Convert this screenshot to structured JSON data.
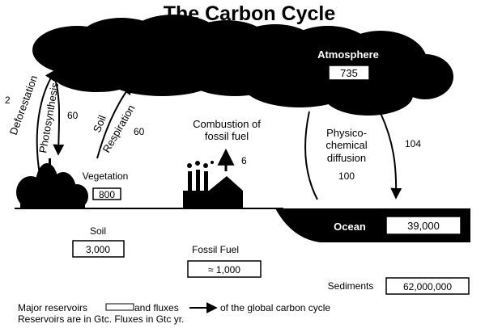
{
  "title": "The Carbon Cycle",
  "reservoirs": {
    "atmosphere": {
      "label": "Atmosphere",
      "value": "735"
    },
    "vegetation": {
      "label": "Vegetation",
      "value": "800"
    },
    "soil": {
      "label": "Soil",
      "value": "3,000"
    },
    "fossil_fuel": {
      "label": "Fossil Fuel",
      "value": "≈ 1,000"
    },
    "ocean": {
      "label": "Ocean",
      "value": "39,000"
    },
    "sediments": {
      "label": "Sediments",
      "value": "62,000,000"
    }
  },
  "fluxes": {
    "deforestation": {
      "label": "Deforestation",
      "value": "2"
    },
    "photosynthesis": {
      "label": "Photosynthesis",
      "value": "60"
    },
    "soil_respiration": {
      "label_1": "Soil",
      "label_2": "Respiration",
      "value": "60"
    },
    "combustion": {
      "label_1": "Combustion of",
      "label_2": "fossil fuel",
      "value": "6"
    },
    "physicochemical": {
      "label_1": "Physico-",
      "label_2": "chemical",
      "label_3": "diffusion",
      "value_in": "100",
      "value_out": "104"
    }
  },
  "legend": {
    "line1_a": "Major reservoirs",
    "line1_b": "and fluxes",
    "line1_c": "of the global carbon cycle",
    "line2": "Reservoirs are in Gtc. Fluxes in Gtc yr."
  },
  "colors": {
    "ink": "#000000",
    "paper": "#ffffff"
  }
}
